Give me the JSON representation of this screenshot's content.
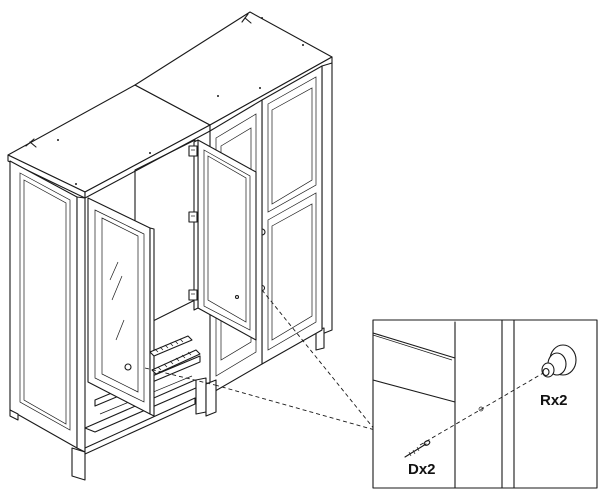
{
  "diagram": {
    "type": "assembly-instruction",
    "subject": "wardrobe",
    "line_color": "#1a1a1a",
    "background": "#ffffff"
  },
  "callout": {
    "labels": {
      "screw": "Dx2",
      "knob": "Rx2"
    },
    "icons": [
      "screw-icon",
      "knob-icon"
    ]
  }
}
